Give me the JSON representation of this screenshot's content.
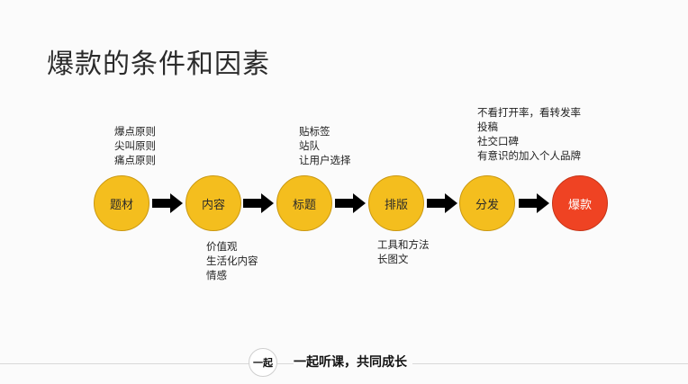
{
  "title": "爆款的条件和因素",
  "nodes": [
    {
      "label": "题材"
    },
    {
      "label": "内容"
    },
    {
      "label": "标题"
    },
    {
      "label": "排版"
    },
    {
      "label": "分发"
    },
    {
      "label": "爆款"
    }
  ],
  "notes": {
    "topic": [
      "爆点原则",
      "尖叫原则",
      "痛点原则"
    ],
    "content": [
      "价值观",
      "生活化内容",
      "情感"
    ],
    "headline": [
      "贴标签",
      "站队",
      "让用户选择"
    ],
    "layout": [
      "工具和方法",
      "长图文"
    ],
    "distribution": [
      "不看打开率，看转发率",
      "投稿",
      "社交口碑",
      "有意识的加入个人品牌"
    ]
  },
  "footer": {
    "logo_text": "一起",
    "slogan": "一起听课，共同成长"
  },
  "colors": {
    "node": "#f4be1e",
    "final_node": "#ef4323",
    "arrow": "#000000"
  }
}
